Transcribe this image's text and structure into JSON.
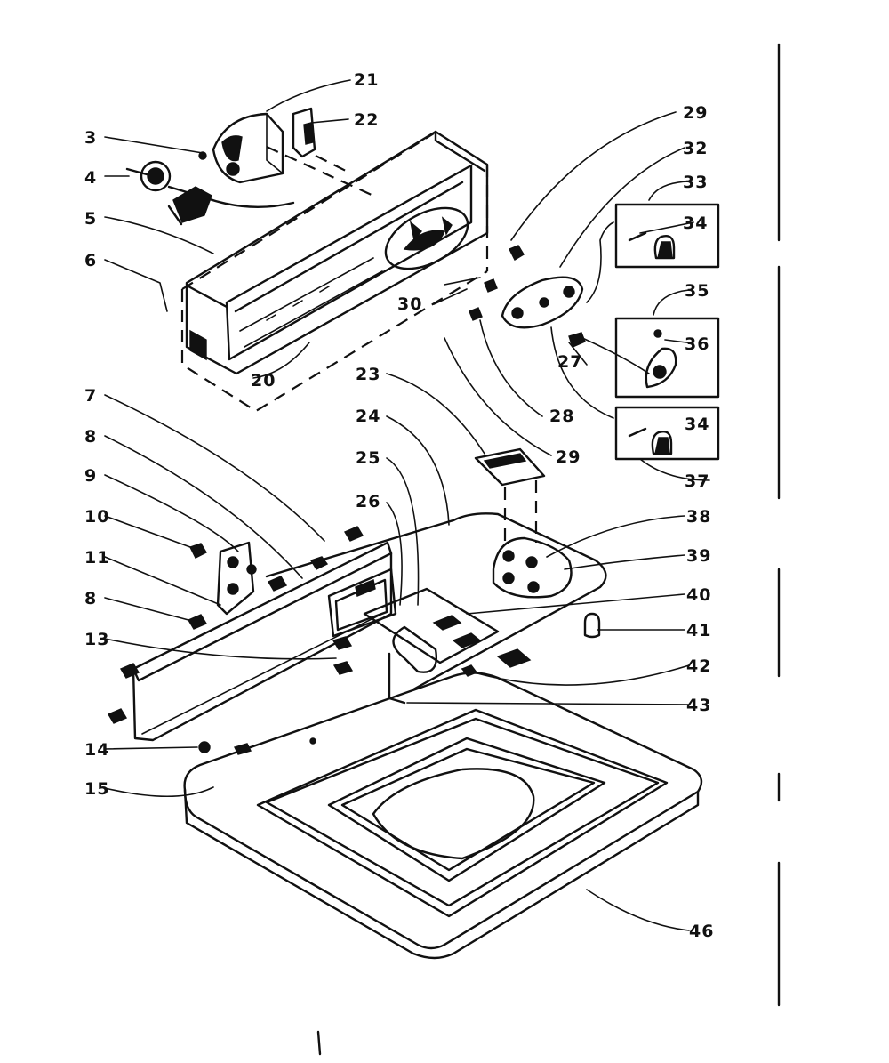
{
  "labels": {
    "p3": "3",
    "p4": "4",
    "p5": "5",
    "p6": "6",
    "p7": "7",
    "p8a": "8",
    "p9": "9",
    "p10": "10",
    "p11": "11",
    "p8b": "8",
    "p13": "13",
    "p14": "14",
    "p15": "15",
    "p20": "20",
    "p21": "21",
    "p22": "22",
    "p23": "23",
    "p24": "24",
    "p25": "25",
    "p26": "26",
    "p27": "27",
    "p28": "28",
    "p29a": "29",
    "p29b": "29",
    "p30": "30",
    "p32": "32",
    "p33": "33",
    "p34a": "34",
    "p34b": "34",
    "p35": "35",
    "p36": "36",
    "p37": "37",
    "p38": "38",
    "p39": "39",
    "p40": "40",
    "p41": "41",
    "p42": "42",
    "p43": "43",
    "p46": "46"
  }
}
